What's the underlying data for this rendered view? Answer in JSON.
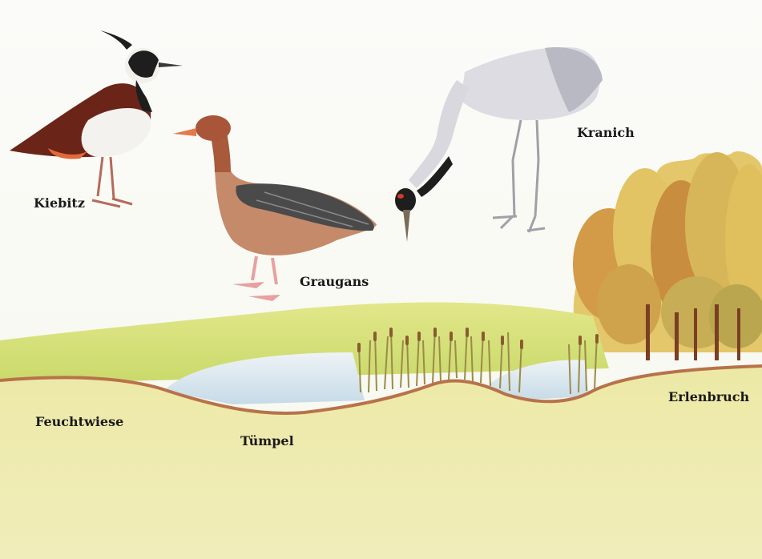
{
  "labels": {
    "kiebitz": "Kiebitz",
    "graugans": "Graugans",
    "kranich": "Kranich",
    "feuchtwiese": "Feuchtwiese",
    "tuempel": "Tümpel",
    "erlenbruch": "Erlenbruch"
  },
  "colors": {
    "background": "#fdfdfb",
    "meadow": "#e8e6a8",
    "soil_line": "#b8724a",
    "water": "#dfeaf0",
    "reeds": "#b89a5a",
    "trees": "#d9b04a"
  },
  "elements": {
    "birds": [
      "lapwing",
      "greylag-goose",
      "crane"
    ],
    "habitats": [
      "wet-meadow",
      "pond",
      "alder-carr"
    ]
  }
}
